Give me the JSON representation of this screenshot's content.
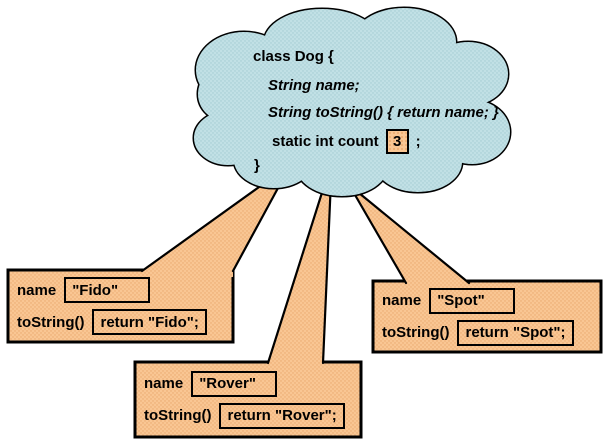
{
  "cloud": {
    "line1": "class Dog {",
    "line2": "String name;",
    "line3": "String toString() { return name; }",
    "line4_prefix": "static int count",
    "line4_count": "3",
    "line4_suffix": ";",
    "line5": "}"
  },
  "instances": [
    {
      "name_label": "name",
      "name_value": "\"Fido\"",
      "tostring_label": "toString()",
      "tostring_value": "return \"Fido\";"
    },
    {
      "name_label": "name",
      "name_value": "\"Rover\"",
      "tostring_label": "toString()",
      "tostring_value": "return \"Rover\";"
    },
    {
      "name_label": "name",
      "name_value": "\"Spot\"",
      "tostring_label": "toString()",
      "tostring_value": "return \"Spot\";"
    }
  ],
  "colors": {
    "background": "#ffffff",
    "cloud_fill": "#c1e0e5",
    "cloud_dot": "#a3cbd2",
    "callout_fill": "#f9c693",
    "callout_dot": "#eaa86d",
    "outline": "#000000",
    "text": "#000000"
  }
}
